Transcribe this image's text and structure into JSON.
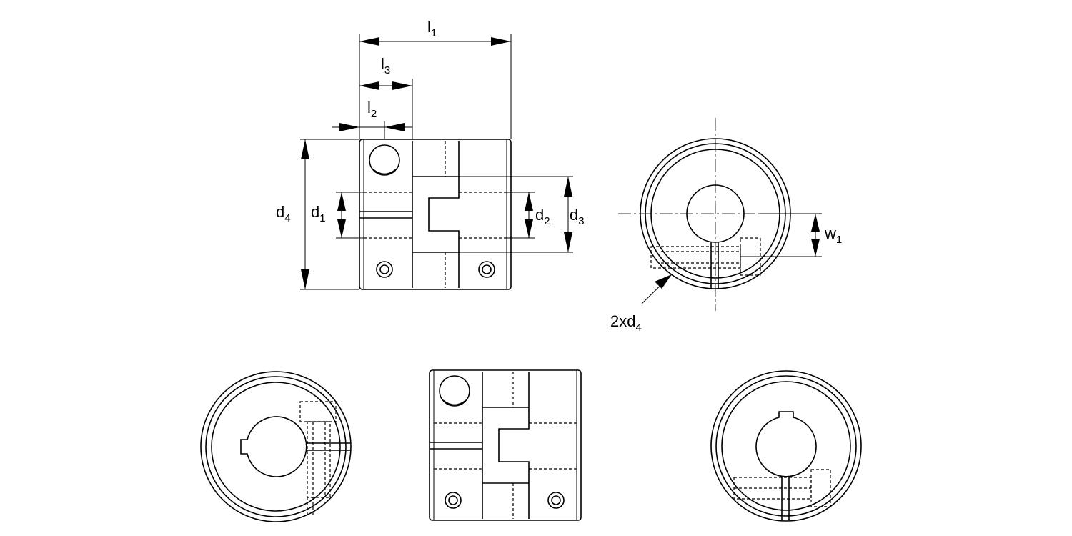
{
  "drawing": {
    "labels": {
      "l1": {
        "base": "l",
        "sub": "1"
      },
      "l2": {
        "base": "l",
        "sub": "2"
      },
      "l3": {
        "base": "l",
        "sub": "3"
      },
      "d1": {
        "base": "d",
        "sub": "1"
      },
      "d2": {
        "base": "d",
        "sub": "2"
      },
      "d3": {
        "base": "d",
        "sub": "3"
      },
      "d4": {
        "base": "d",
        "sub": "4"
      },
      "w1": {
        "base": "w",
        "sub": "1"
      },
      "screw": {
        "base": "2xd",
        "sub": "4"
      }
    }
  }
}
